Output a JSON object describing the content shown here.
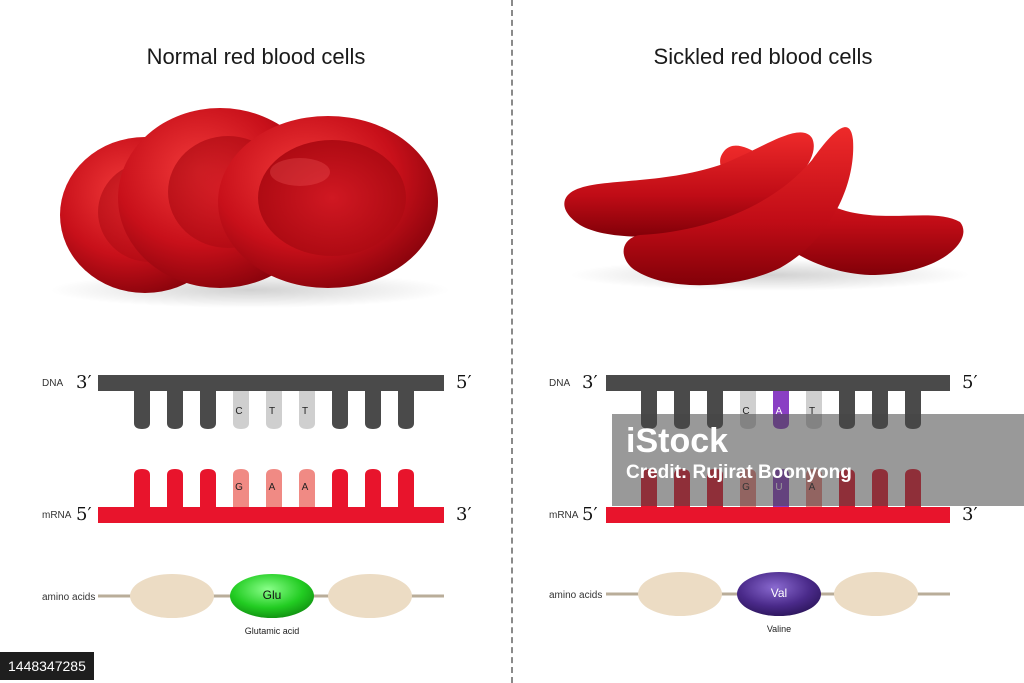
{
  "left": {
    "title": "Normal red blood cells",
    "dna_label": "DNA",
    "dna_left_end": "3′",
    "dna_right_end": "5′",
    "dna_codon": [
      "C",
      "T",
      "T"
    ],
    "mrna_label": "mRNA",
    "mrna_left_end": "5′",
    "mrna_right_end": "3′",
    "mrna_codon": [
      "G",
      "A",
      "A"
    ],
    "amino_label": "amino acids",
    "amino_acid": "Glu",
    "amino_name": "Glutamic acid"
  },
  "right": {
    "title": "Sickled red blood cells",
    "dna_label": "DNA",
    "dna_left_end": "3′",
    "dna_right_end": "5′",
    "dna_codon": [
      "C",
      "A",
      "T"
    ],
    "mrna_label": "mRNA",
    "mrna_left_end": "5′",
    "mrna_right_end": "3′",
    "mrna_codon": [
      "G",
      "U",
      "A"
    ],
    "amino_label": "amino acids",
    "amino_acid": "Val",
    "amino_name": "Valine"
  },
  "stock_id": "1448347285",
  "watermark": {
    "logo": "iStock",
    "credit": "Credit: Rujirat Boonyong"
  },
  "colors": {
    "cell_red": "#c8101a",
    "dna_dark": "#4a4a4a",
    "dna_light": "#cfcfcf",
    "mrna_red": "#e8142c",
    "mrna_light": "#f08a84",
    "mutation_purple": "#8a3fc4",
    "glu_green": "#2bd62b",
    "val_purple": "#4a2a8a",
    "amino_beige": "#ecdcc4"
  }
}
